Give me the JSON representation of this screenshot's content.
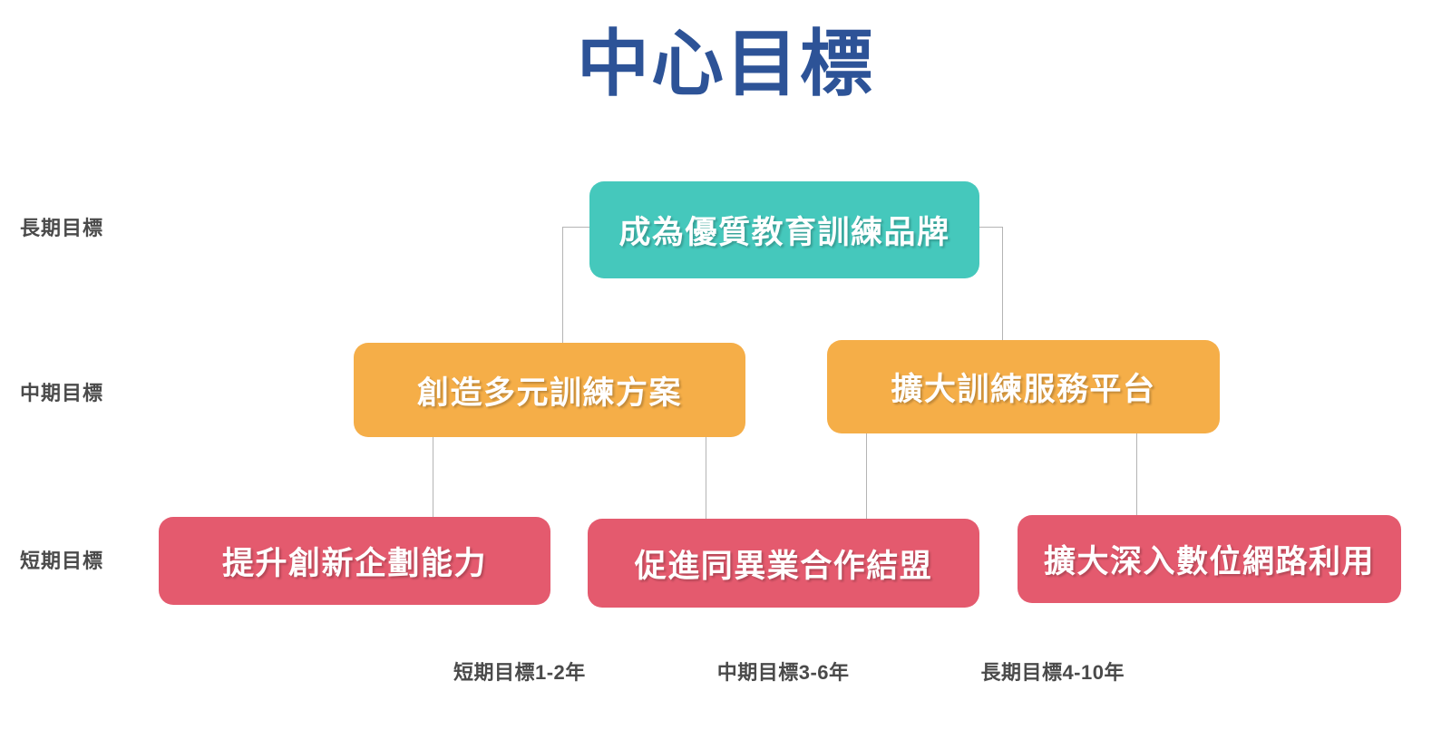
{
  "title": "中心目標",
  "colors": {
    "title": "#2d5397",
    "long_term": "#45c8bc",
    "mid_term": "#f5ae48",
    "short_term": "#e45a6e",
    "label_text": "#4a4a4a",
    "connector": "#b4b4b4",
    "node_text": "#ffffff",
    "background": "#ffffff"
  },
  "row_labels": [
    {
      "label": "長期目標"
    },
    {
      "label": "中期目標"
    },
    {
      "label": "短期目標"
    }
  ],
  "nodes": {
    "long_term": [
      {
        "label": "成為優質教育訓練品牌"
      }
    ],
    "mid_term": [
      {
        "label": "創造多元訓練方案"
      },
      {
        "label": "擴大訓練服務平台"
      }
    ],
    "short_term": [
      {
        "label": "提升創新企劃能力"
      },
      {
        "label": "促進同異業合作結盟"
      },
      {
        "label": "擴大深入數位網路利用"
      }
    ]
  },
  "legend": [
    {
      "label": "短期目標1-2年"
    },
    {
      "label": "中期目標3-6年"
    },
    {
      "label": "長期目標4-10年"
    }
  ]
}
